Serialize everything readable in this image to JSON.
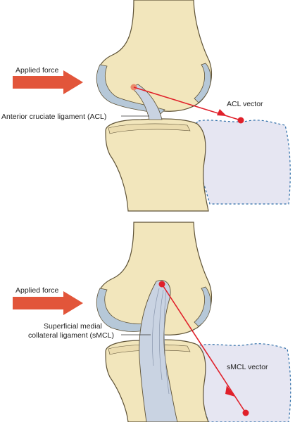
{
  "panels": {
    "top": {
      "force_label": "Applied force",
      "ligament_label": "Anterior cruciate ligament (ACL)",
      "vector_label": "ACL vector"
    },
    "bottom": {
      "force_label": "Applied force",
      "ligament_label_line1": "Superficial medial",
      "ligament_label_line2": "collateral ligament (sMCL)",
      "vector_label": "sMCL vector"
    }
  },
  "colors": {
    "bone": "#f2e6bc",
    "bone_outline": "#5e5236",
    "cartilage": "#b6c8d8",
    "ligament": "#c9d3e2",
    "arrow": "#e2553a",
    "vector": "#e0202a",
    "region_fill": "#e6e6f2",
    "region_dash": "#2e6ea8"
  }
}
